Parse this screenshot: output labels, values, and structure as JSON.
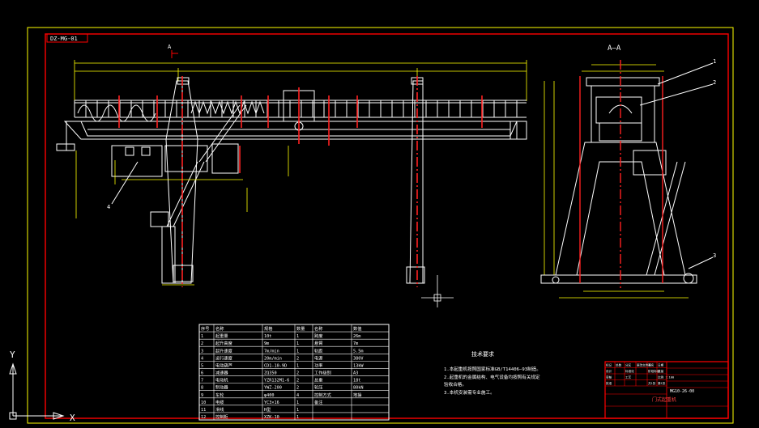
{
  "drawing": {
    "drawing_no": "DZ-MG-01",
    "section_marker": "A",
    "section_title": "A—A",
    "leaders": [
      "1",
      "2",
      "3",
      "4"
    ],
    "colors": {
      "background": "#000000",
      "frame": "#ff0000",
      "outer_frame": "#ffff00",
      "geometry": "#ffffff",
      "dimension": "#ffff00",
      "centerline": "#ff2020"
    }
  },
  "notes": {
    "title": "技术要求",
    "lines": [
      "1.本起重机按照国家标准GB/T14406—93制造。",
      "2.起重机的金属结构、电气设备均按照有关规定",
      "  验收合格。",
      "3.本机安装需专业施工。"
    ]
  },
  "params_table": {
    "header": [
      "序号",
      "名称",
      "规格",
      "数量",
      "名称",
      "数值"
    ],
    "rows": [
      [
        "1",
        "起重量",
        "10t",
        "1",
        "跨度",
        "26m"
      ],
      [
        "2",
        "起升高度",
        "9m",
        "1",
        "悬臂",
        "7m"
      ],
      [
        "3",
        "起升速度",
        "7m/min",
        "1",
        "轨距",
        "5.5m"
      ],
      [
        "4",
        "运行速度",
        "20m/min",
        "2",
        "电源",
        "380V"
      ],
      [
        "5",
        "电动葫芦",
        "CD1-10-9D",
        "1",
        "功率",
        "13kW"
      ],
      [
        "6",
        "减速器",
        "ZQ350",
        "2",
        "工作级别",
        "A3"
      ],
      [
        "7",
        "电动机",
        "YZR132M1-6",
        "2",
        "总重",
        "18t"
      ],
      [
        "8",
        "制动器",
        "YWZ-200",
        "2",
        "轮压",
        "80kN"
      ],
      [
        "9",
        "车轮",
        "φ400",
        "4",
        "控制方式",
        "地操"
      ],
      [
        "10",
        "电缆",
        "YC3×16",
        "1",
        "备注",
        ""
      ],
      [
        "11",
        "滑线",
        "H型",
        "1",
        "",
        ""
      ],
      [
        "12",
        "控制柜",
        "XZK-10",
        "1",
        "",
        ""
      ]
    ]
  },
  "title_block": {
    "rows": [
      [
        "标记",
        "处数",
        "分区",
        "更改文件号",
        "签名",
        "日期"
      ],
      [
        "设计",
        "",
        "标准化",
        "",
        "阶段标记",
        "重量"
      ],
      [
        "审核",
        "",
        "工艺",
        "",
        "",
        "比例 1:100"
      ],
      [
        "批准",
        "",
        "",
        "",
        "共1张",
        "第1张"
      ]
    ],
    "name": "门式起重机",
    "drawing_no": "MG10-26-00"
  },
  "ucs": {
    "x": "X",
    "y": "Y"
  }
}
